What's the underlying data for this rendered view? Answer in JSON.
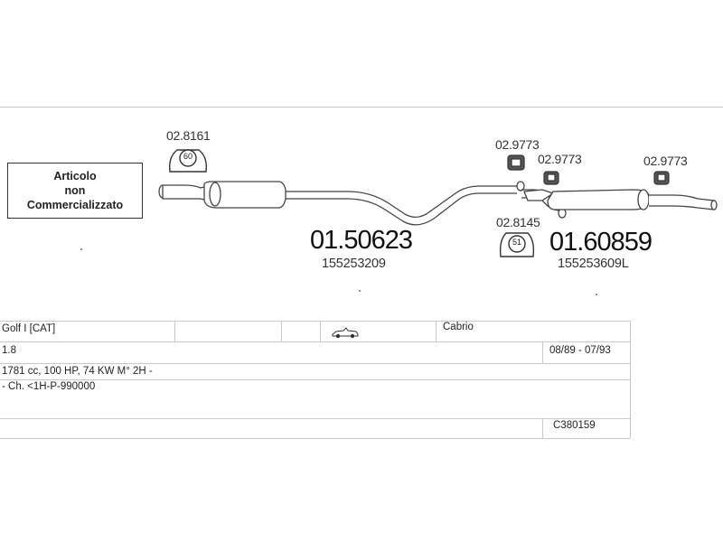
{
  "notice": {
    "line1": "Articolo",
    "line2": "non",
    "line3": "Commercializzato"
  },
  "parts": {
    "hanger_left": {
      "code": "02.8161",
      "badge": "60"
    },
    "hanger_mid_1": {
      "code": "02.9773"
    },
    "hanger_mid_2": {
      "code": "02.9773"
    },
    "hanger_right": {
      "code": "02.9773"
    },
    "clamp": {
      "code": "02.8145",
      "badge": "51"
    },
    "front_muffler": {
      "code": "01.50623",
      "oem": "155253209"
    },
    "rear_muffler": {
      "code": "01.60859",
      "oem": "155253609L"
    }
  },
  "vehicle": {
    "model": "Golf I  [CAT]",
    "body": "Cabrio",
    "engine_size": "1.8",
    "period": "08/89 - 07/93",
    "spec": "1781 cc, 100 HP, 74 KW M° 2H -",
    "chassis": "- Ch. <1H-P-990000",
    "reference": "C380159"
  },
  "icons": {
    "body_style": "convertible-car-icon"
  }
}
